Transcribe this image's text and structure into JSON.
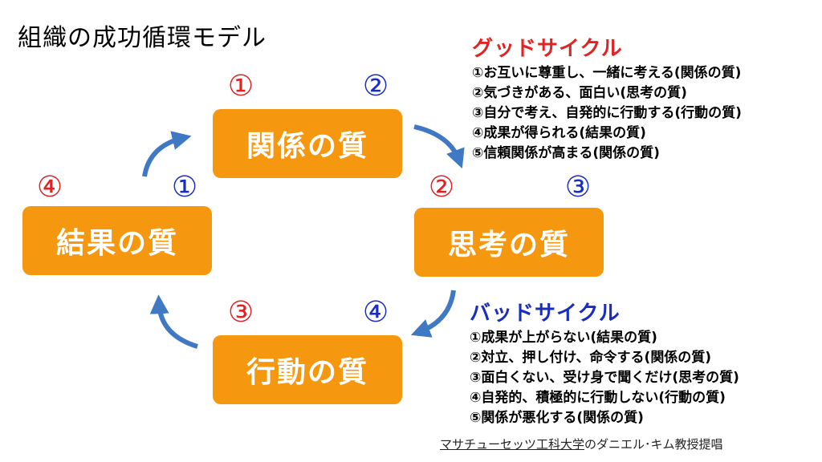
{
  "title": "組織の成功循環モデル",
  "boxes": {
    "relation": "関係の質",
    "thinking": "思考の質",
    "action": "行動の質",
    "result": "結果の質"
  },
  "good_numbers": {
    "relation": "①",
    "thinking": "②",
    "action": "③",
    "result": "④"
  },
  "bad_numbers": {
    "result": "①",
    "relation": "②",
    "thinking": "③",
    "action": "④"
  },
  "good_cycle": {
    "heading": "グッドサイクル",
    "items": [
      "①お互いに尊重し、一緒に考える(関係の質)",
      "②気づきがある、面白い(思考の質)",
      "③自分で考え、自発的に行動する(行動の質)",
      "④成果が得られる(結果の質)",
      "⑤信頼関係が高まる(関係の質)"
    ]
  },
  "bad_cycle": {
    "heading": "バッドサイクル",
    "items": [
      "①成果が上がらない(結果の質)",
      "②対立、押し付け、命令する(関係の質)",
      "③面白くない、受け身で聞くだけ(思考の質)",
      "④自発的、積極的に行動しない(行動の質)",
      "⑤関係が悪化する(関係の質)"
    ]
  },
  "credit": {
    "underlined": "マサチューセッツ工科大学",
    "rest": "のダニエル･キム教授提唱"
  },
  "colors": {
    "box": "#f6980f",
    "good": "#e02424",
    "bad": "#1a2dbf",
    "arrow": "#3f78c3"
  }
}
